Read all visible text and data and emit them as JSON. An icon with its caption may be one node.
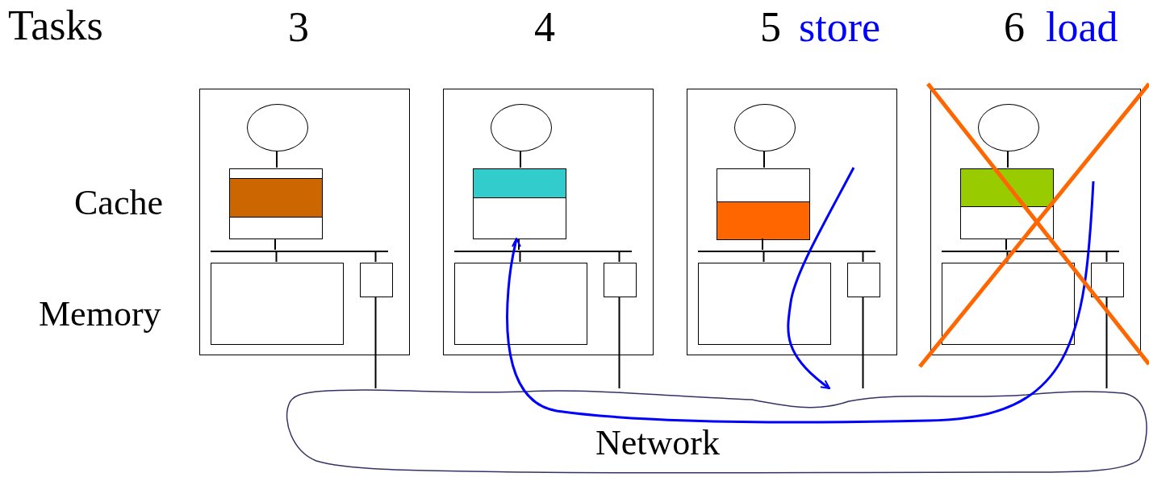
{
  "diagram": {
    "nodes": [
      {
        "text": [],
        "shape": "box",
        "beside": [
          "3"
        ]
      },
      {
        "text": [],
        "shape": "circle",
        "in": 0
      },
      {
        "text": [],
        "shape": "box",
        "in": 0
      },
      {
        "text": [],
        "shape": "bar",
        "in": 0
      },
      {
        "text": [],
        "shape": "box",
        "in": 0
      },
      {
        "text": [],
        "shape": "box",
        "in": 0
      },
      {
        "text": [],
        "shape": "box",
        "beside": [
          "4"
        ]
      },
      {
        "text": [],
        "shape": "circle",
        "in": 6
      },
      {
        "text": [],
        "shape": "box",
        "in": 6
      },
      {
        "text": [],
        "shape": "bar",
        "in": 6
      },
      {
        "text": [],
        "shape": "box",
        "in": 6
      },
      {
        "text": [],
        "shape": "box",
        "in": 6
      },
      {
        "text": [],
        "shape": "box",
        "beside": [
          "5",
          "store"
        ]
      },
      {
        "text": [],
        "shape": "circle",
        "in": 12
      },
      {
        "text": [],
        "shape": "box",
        "in": 12
      },
      {
        "text": [],
        "shape": "bar",
        "in": 12
      },
      {
        "text": [],
        "shape": "box",
        "in": 12
      },
      {
        "text": [],
        "shape": "box",
        "in": 12
      },
      {
        "text": [],
        "shape": "box",
        "beside": [
          "6",
          "load"
        ]
      },
      {
        "text": [],
        "shape": "circle",
        "in": 18
      },
      {
        "text": [],
        "shape": "box",
        "in": 18
      },
      {
        "text": [],
        "shape": "bar",
        "in": 18
      },
      {
        "text": [],
        "shape": "box",
        "in": 18
      },
      {
        "text": [],
        "shape": "box",
        "in": 18
      },
      {
        "text": [
          "Network"
        ]
      },
      {
        "text": [],
        "shape": "bar",
        "in": 2
      },
      {
        "text": [],
        "shape": "bar",
        "in": 8
      },
      {
        "text": [],
        "shape": "bar",
        "in": 14
      },
      {
        "text": [],
        "shape": "bar",
        "in": 20
      }
    ],
    "edges": [
      {
        "from": 1,
        "to": 2,
        "arrow": "none"
      },
      {
        "from": 2,
        "to": 3,
        "arrow": "none"
      },
      {
        "from": 3,
        "to": 4,
        "arrow": "none"
      },
      {
        "from": 3,
        "to": 5,
        "arrow": "none"
      },
      {
        "from": 5,
        "to": 24,
        "arrow": "none"
      },
      {
        "from": 7,
        "to": 8,
        "arrow": "none"
      },
      {
        "from": 8,
        "to": 9,
        "arrow": "none"
      },
      {
        "from": 9,
        "to": 10,
        "arrow": "none"
      },
      {
        "from": 9,
        "to": 11,
        "arrow": "none"
      },
      {
        "from": 11,
        "to": 24,
        "arrow": "none"
      },
      {
        "from": 13,
        "to": 14,
        "arrow": "none"
      },
      {
        "from": 14,
        "to": 15,
        "arrow": "none"
      },
      {
        "from": 15,
        "to": 16,
        "arrow": "none"
      },
      {
        "from": 15,
        "to": 17,
        "arrow": "none"
      },
      {
        "from": 17,
        "to": 24,
        "arrow": "none"
      },
      {
        "from": 19,
        "to": 20,
        "arrow": "none"
      },
      {
        "from": 20,
        "to": 21,
        "arrow": "none"
      },
      {
        "from": 21,
        "to": 22,
        "arrow": "none"
      },
      {
        "from": 21,
        "to": 23,
        "arrow": "none"
      },
      {
        "from": 23,
        "to": 24,
        "arrow": "none"
      },
      {
        "from": null,
        "to": 24,
        "arrow": "to",
        "color": "#0000ff"
      },
      {
        "from": null,
        "to": 8,
        "arrow": "to",
        "color": "#0000ff"
      }
    ],
    "labels": [
      "Tasks",
      "Cache",
      "Memory"
    ]
  }
}
